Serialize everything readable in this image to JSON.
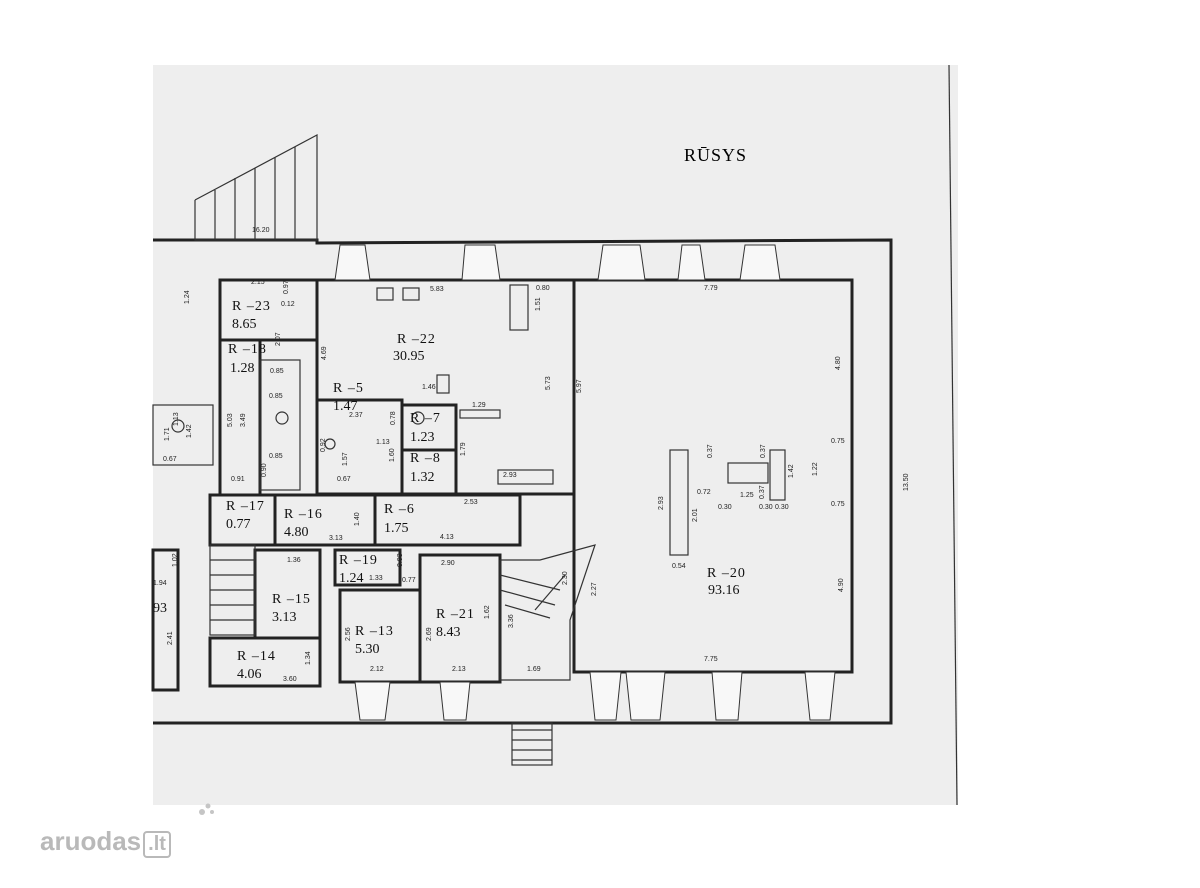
{
  "title": "RŪSYS",
  "watermark": {
    "text": "aruodas",
    "suffix": ".lt"
  },
  "rooms": [
    {
      "id": "R –23",
      "area": "8.65"
    },
    {
      "id": "R –22",
      "area": "30.95"
    },
    {
      "id": "R –18",
      "area": "1.28"
    },
    {
      "id": "R –5",
      "area": "1.47"
    },
    {
      "id": "R –7",
      "area": "1.23"
    },
    {
      "id": "R –8",
      "area": "1.32"
    },
    {
      "id": "R –17",
      "area": "0.77"
    },
    {
      "id": "R –16",
      "area": "4.80"
    },
    {
      "id": "R –6",
      "area": "1.75"
    },
    {
      "id": "R –19",
      "area": "1.24"
    },
    {
      "id": "R –15",
      "area": "3.13"
    },
    {
      "id": "R –13",
      "area": "5.30"
    },
    {
      "id": "R –21",
      "area": "8.43"
    },
    {
      "id": "R –14",
      "area": "4.06"
    },
    {
      "id": "R –20",
      "area": "93.16"
    }
  ],
  "partial_area": "93",
  "dimensions": [
    "16.20",
    "2.15",
    "0.97",
    "0.12",
    "1.24",
    "5.83",
    "0.80",
    "1.51",
    "2.07",
    "4.69",
    "5.73",
    "5.97",
    "7.79",
    "4.80",
    "13.50",
    "0.85",
    "0.85",
    "5.03",
    "3.49",
    "1.46",
    "2.37",
    "0.78",
    "1.29",
    "1.13",
    "1.71",
    "1.42",
    "0.67",
    "0.92",
    "1.57",
    "1.13",
    "1.60",
    "1.79",
    "0.67",
    "2.93",
    "0.91",
    "0.90",
    "0.85",
    "2.53",
    "1.40",
    "3.13",
    "4.13",
    "0.37",
    "0.37",
    "1.42",
    "1.22",
    "0.75",
    "0.75",
    "0.72",
    "1.25",
    "0.37",
    "2.93",
    "2.01",
    "0.30",
    "0.30",
    "0.30",
    "0.54",
    "1.36",
    "1.33",
    "0.77",
    "0.93",
    "2.90",
    "1.02",
    "2.30",
    "2.27",
    "3.36",
    "2.56",
    "2.69",
    "1.62",
    "2.41",
    "1.34",
    "2.12",
    "2.13",
    "1.69",
    "3.60",
    "7.75",
    "4.90",
    "1.94"
  ]
}
